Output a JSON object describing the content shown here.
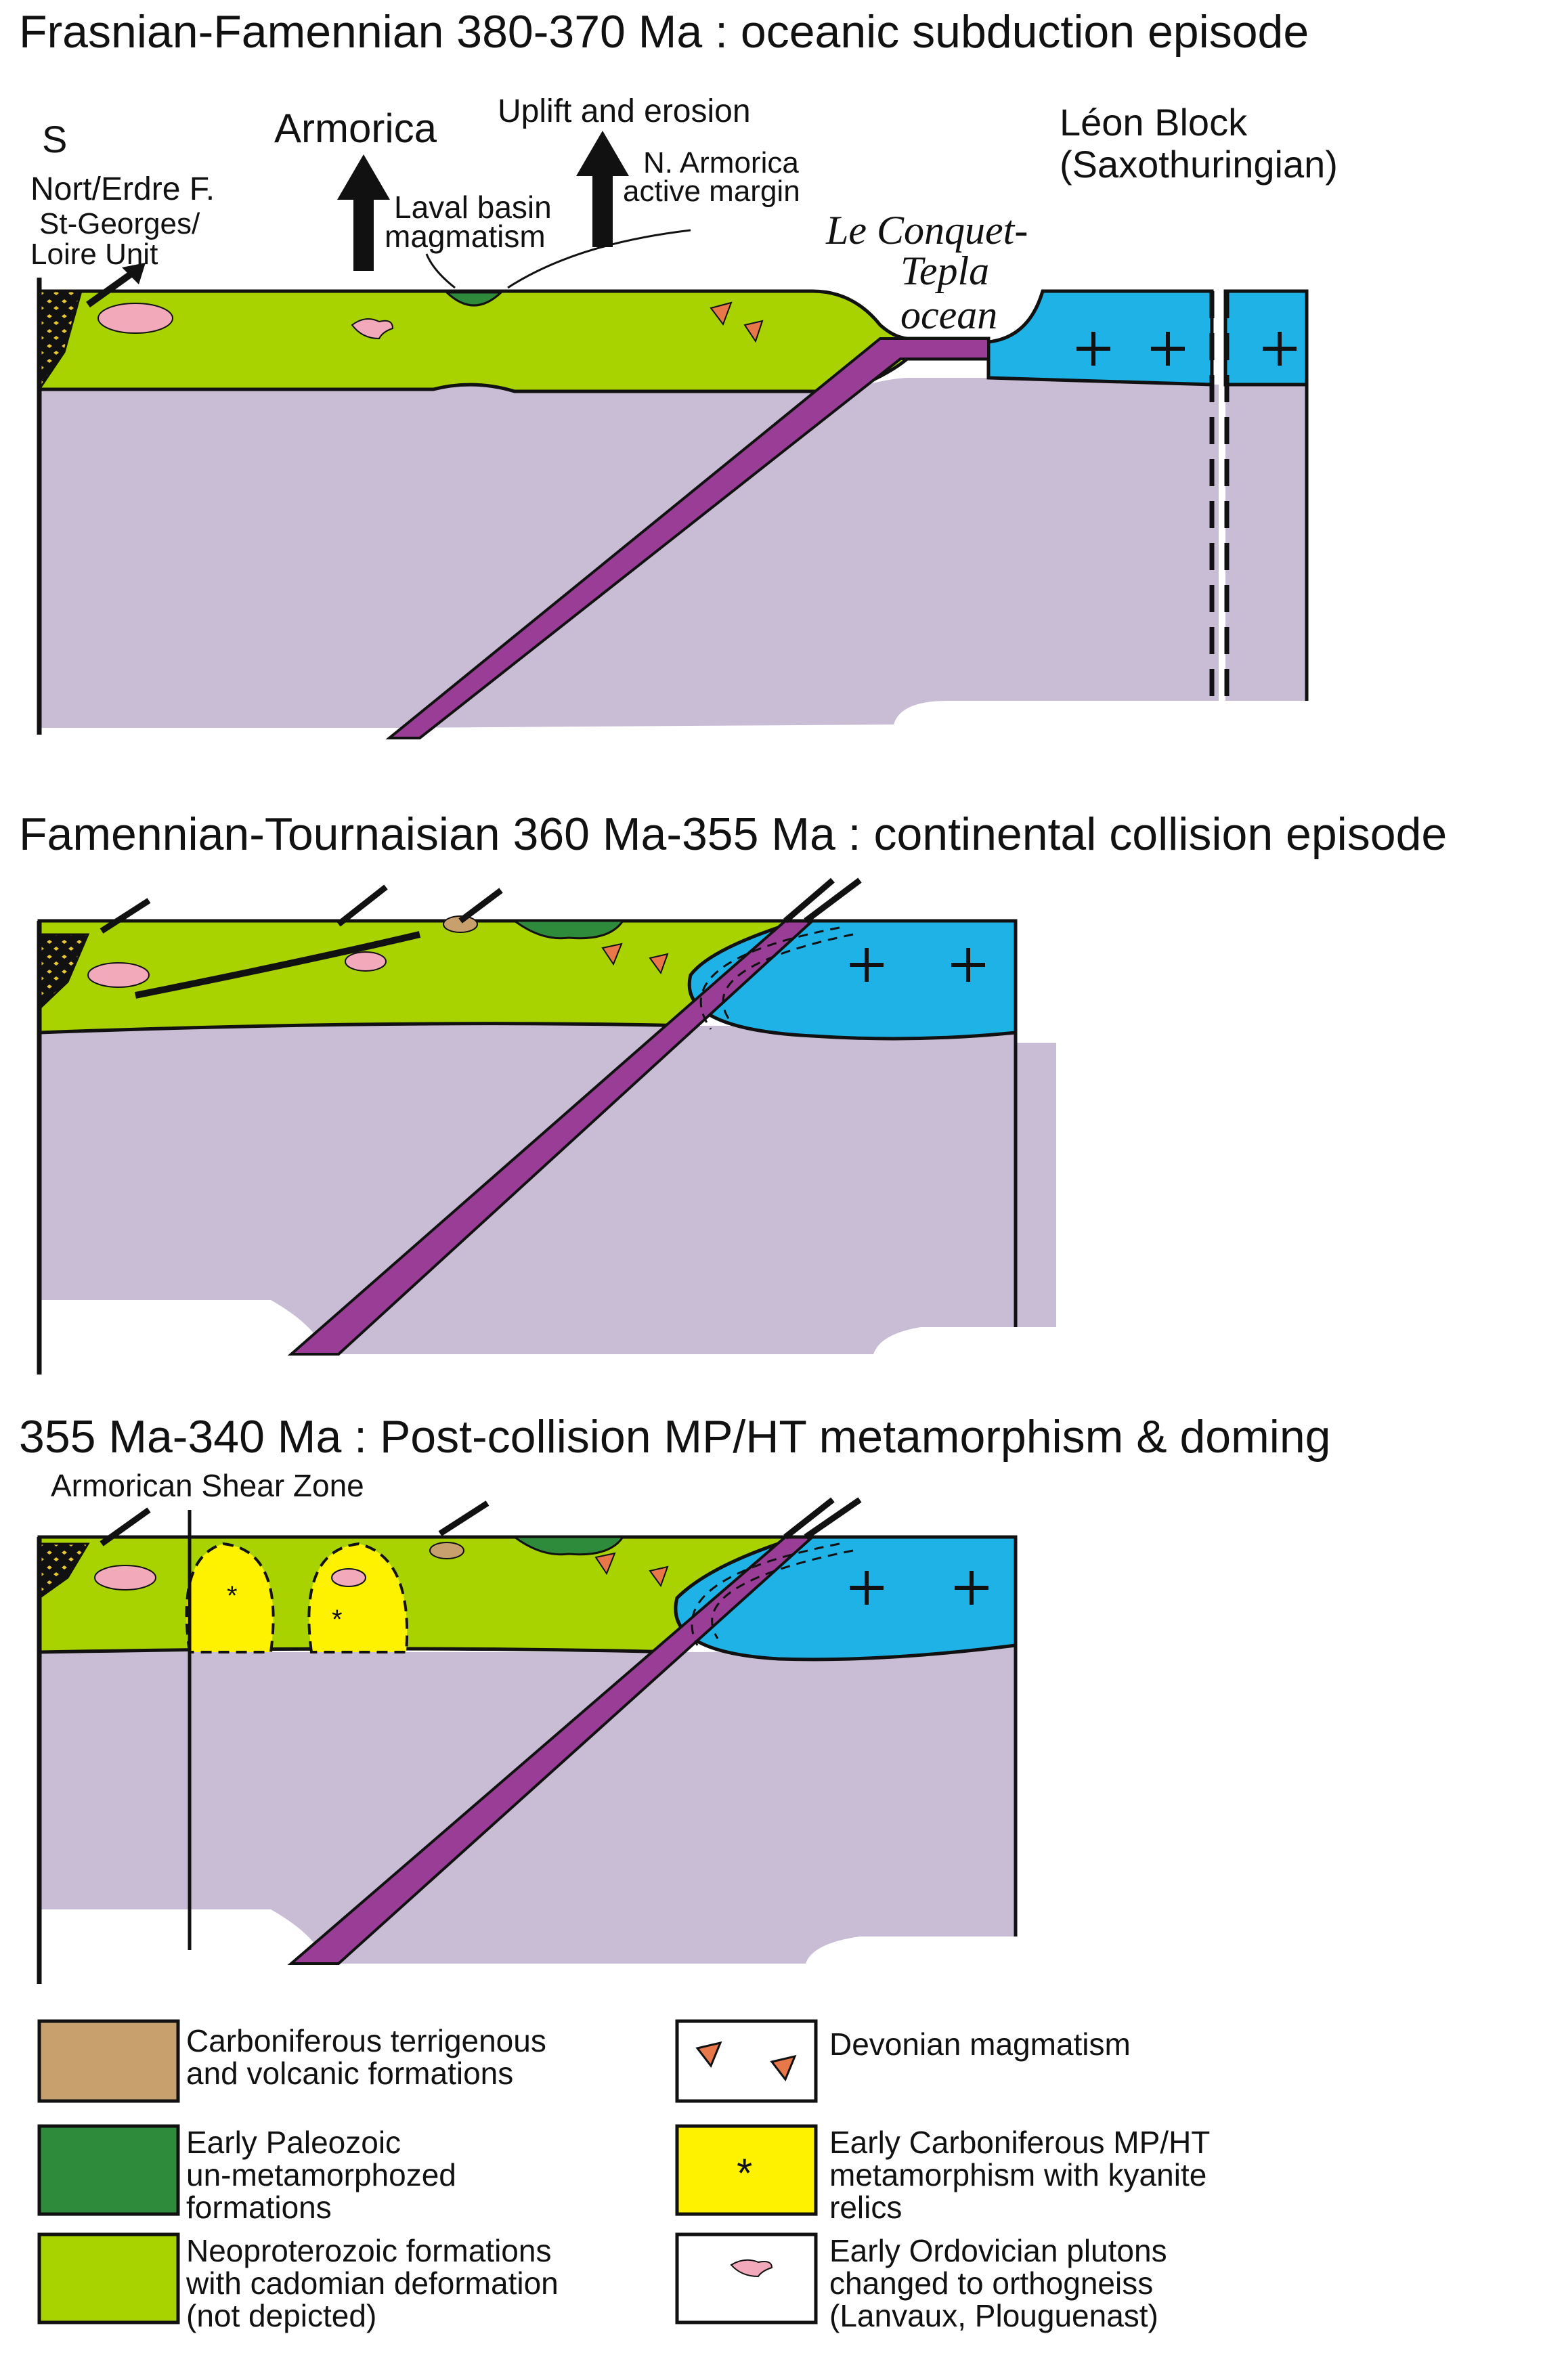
{
  "colors": {
    "mantle": "#c9bdd6",
    "neoproterozoic": "#a8d300",
    "leon_block": "#1fb2e6",
    "oceanic_slab": "#9a3d96",
    "early_paleozoic": "#2e8b3c",
    "carboniferous_sediments": "#c8a06e",
    "devonian_magmatism": "#e8784a",
    "mp_ht_metamorphism": "#fff200",
    "ordovician_pluton": "#f2a9b9",
    "unit_black": "#111111",
    "unit_yellow": "#e8c832"
  },
  "panel1": {
    "title": "Frasnian-Famennian 380-370 Ma : oceanic subduction episode",
    "label_s": "S",
    "label_nort": "Nort/Erdre F.",
    "label_stgeorges_1": "St-Georges/",
    "label_stgeorges_2": "Loire Unit",
    "label_armorica": "Armorica",
    "label_laval_1": "Laval basin",
    "label_laval_2": "magmatism",
    "label_uplift": "Uplift and erosion",
    "label_narmorica_1": "N. Armorica",
    "label_narmorica_2": "active margin",
    "label_ocean_1": "Le Conquet-",
    "label_ocean_2": "Tepla",
    "label_ocean_3": "ocean",
    "label_leon_1": "Léon Block",
    "label_leon_2": "(Saxothuringian)"
  },
  "panel2": {
    "title": "Famennian-Tournaisian 360 Ma-355 Ma : continental collision episode"
  },
  "panel3": {
    "title": "355 Ma-340 Ma : Post-collision MP/HT metamorphism & doming",
    "label_shear": "Armorican Shear Zone"
  },
  "legend": {
    "carb_1": "Carboniferous terrigenous",
    "carb_2": "and volcanic formations",
    "epz_1": "Early Paleozoic",
    "epz_2": "un-metamorphozed",
    "epz_3": "formations",
    "neo_1": "Neoproterozoic formations",
    "neo_2": "with cadomian deformation",
    "neo_3": "(not depicted)",
    "dev_1": "Devonian magmatism",
    "ecm_1": "Early Carboniferous MP/HT",
    "ecm_2": "metamorphism with kyanite",
    "ecm_3": "relics",
    "eop_1": "Early Ordovician plutons",
    "eop_2": "changed to orthogneiss",
    "eop_3": "(Lanvaux, Plouguenast)"
  }
}
